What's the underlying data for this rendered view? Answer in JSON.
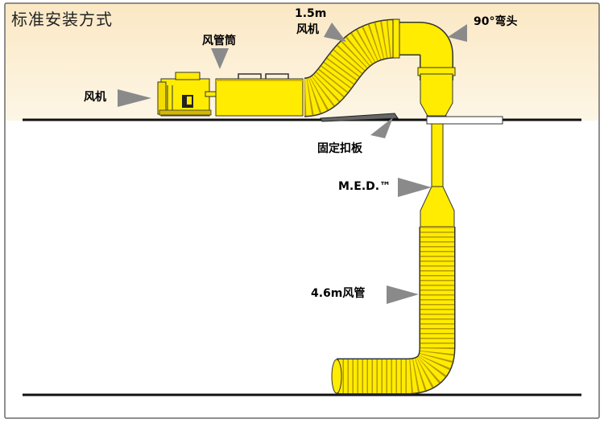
{
  "title": "标准安装方式",
  "labels": {
    "fan_left": "风机",
    "duct_tube": "风管筒",
    "hose_length": "1.5m",
    "hose_fan": "风机",
    "elbow": "90°弯头",
    "plate": "固定扣板",
    "med": "M.E.D.™",
    "long_hose": "4.6m风管"
  },
  "colors": {
    "sky": "#fbeccc",
    "ground": "#ffffff",
    "equipment": "#ffec00",
    "ribs": "#d4b800",
    "arrow": "#8a8a8a",
    "line": "#111111"
  }
}
